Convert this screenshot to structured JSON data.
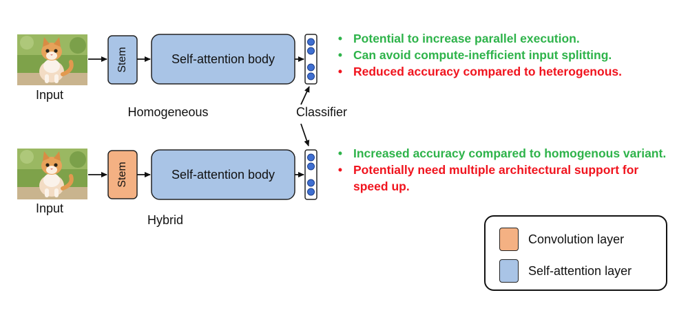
{
  "colors": {
    "stem_homogeneous": "#a9c4e6",
    "stem_hybrid": "#f4b183",
    "body": "#a9c4e6",
    "neuron": "#3f6fd1",
    "pro": "#2eb34a",
    "con": "#f0141e"
  },
  "rows": {
    "homogeneous": {
      "input_label": "Input",
      "stem_label": "Stem",
      "body_label": "Self-attention body",
      "variant_label": "Homogeneous"
    },
    "hybrid": {
      "input_label": "Input",
      "stem_label": "Stem",
      "body_label": "Self-attention body",
      "variant_label": "Hybrid"
    }
  },
  "classifier_label": "Classifier",
  "homogeneous_points": [
    {
      "text": "Potential to increase parallel execution.",
      "kind": "pro"
    },
    {
      "text": "Can avoid compute-inefficient input splitting.",
      "kind": "pro"
    },
    {
      "text": "Reduced accuracy compared to heterogenous.",
      "kind": "con"
    }
  ],
  "hybrid_points": [
    {
      "text": "Increased accuracy compared to homogenous variant.",
      "kind": "pro"
    },
    {
      "text": "Potentially need multiple architectural support for speed up.",
      "kind": "con"
    }
  ],
  "bullet_char": "•",
  "legend": {
    "items": [
      {
        "label": "Convolution layer",
        "color": "#f4b183"
      },
      {
        "label": "Self-attention layer",
        "color": "#a9c4e6"
      }
    ]
  },
  "icons": [
    "kitten-image",
    "arrow-right-icon",
    "neuron-icon"
  ]
}
